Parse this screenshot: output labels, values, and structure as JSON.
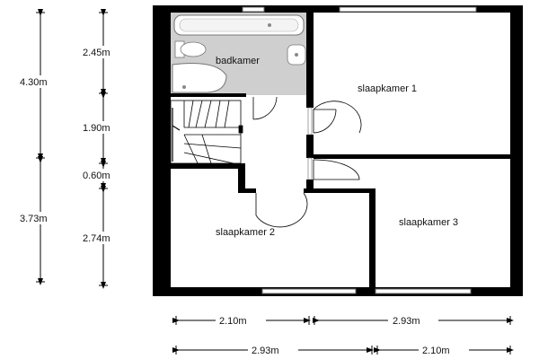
{
  "floorplan": {
    "rooms": [
      {
        "id": "badkamer",
        "label": "badkamer"
      },
      {
        "id": "slaapkamer-1",
        "label": "slaapkamer 1"
      },
      {
        "id": "slaapkamer-2",
        "label": "slaapkamer 2"
      },
      {
        "id": "slaapkamer-3",
        "label": "slaapkamer 3"
      }
    ],
    "dimensions": {
      "left_outer": [
        "4.30m",
        "3.73m"
      ],
      "left_inner": [
        "2.45m",
        "1.90m",
        "0.60m",
        "2.74m"
      ],
      "bottom_row1": [
        "2.10m",
        "2.93m"
      ],
      "bottom_row2": [
        "2.93m",
        "2.10m"
      ]
    },
    "colors": {
      "wall": "#000000",
      "bathroom_floor": "#cfcfcf",
      "window": "#9aa3a8",
      "dimension": "#000000"
    }
  }
}
